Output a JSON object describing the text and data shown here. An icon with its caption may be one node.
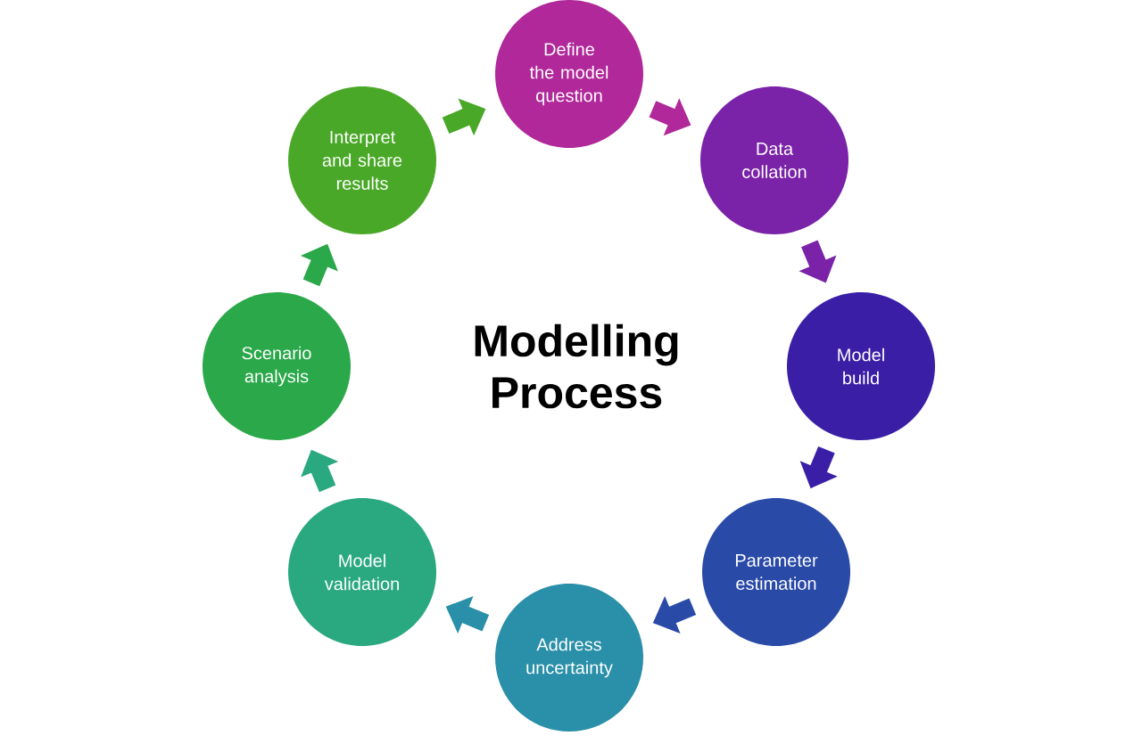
{
  "diagram": {
    "title": "Modelling Process",
    "nodes": [
      {
        "text": [
          "Define the model question"
        ]
      },
      {
        "text": [
          "Data collation"
        ]
      },
      {
        "text": [
          "Model build"
        ]
      },
      {
        "text": [
          "Parameter estimation"
        ]
      },
      {
        "text": [
          "Address uncertainty"
        ]
      },
      {
        "text": [
          "Model validation"
        ]
      },
      {
        "text": [
          "Scenario analysis"
        ]
      },
      {
        "text": [
          "Interpret and share results"
        ]
      }
    ],
    "edges": [
      {
        "from": 0,
        "to": 1,
        "arrow": "to",
        "color": "#b0289a"
      },
      {
        "from": 1,
        "to": 2,
        "arrow": "to",
        "color": "#7a22a8"
      },
      {
        "from": 2,
        "to": 3,
        "arrow": "to",
        "color": "#3a1fa6"
      },
      {
        "from": 3,
        "to": 4,
        "arrow": "to",
        "color": "#2a4aa8"
      },
      {
        "from": 4,
        "to": 5,
        "arrow": "to",
        "color": "#2a8fa8"
      },
      {
        "from": 5,
        "to": 6,
        "arrow": "to",
        "color": "#2aa880"
      },
      {
        "from": 6,
        "to": 7,
        "arrow": "to",
        "color": "#2aa84a"
      },
      {
        "from": 7,
        "to": 0,
        "arrow": "to",
        "color": "#4aa828"
      }
    ]
  }
}
